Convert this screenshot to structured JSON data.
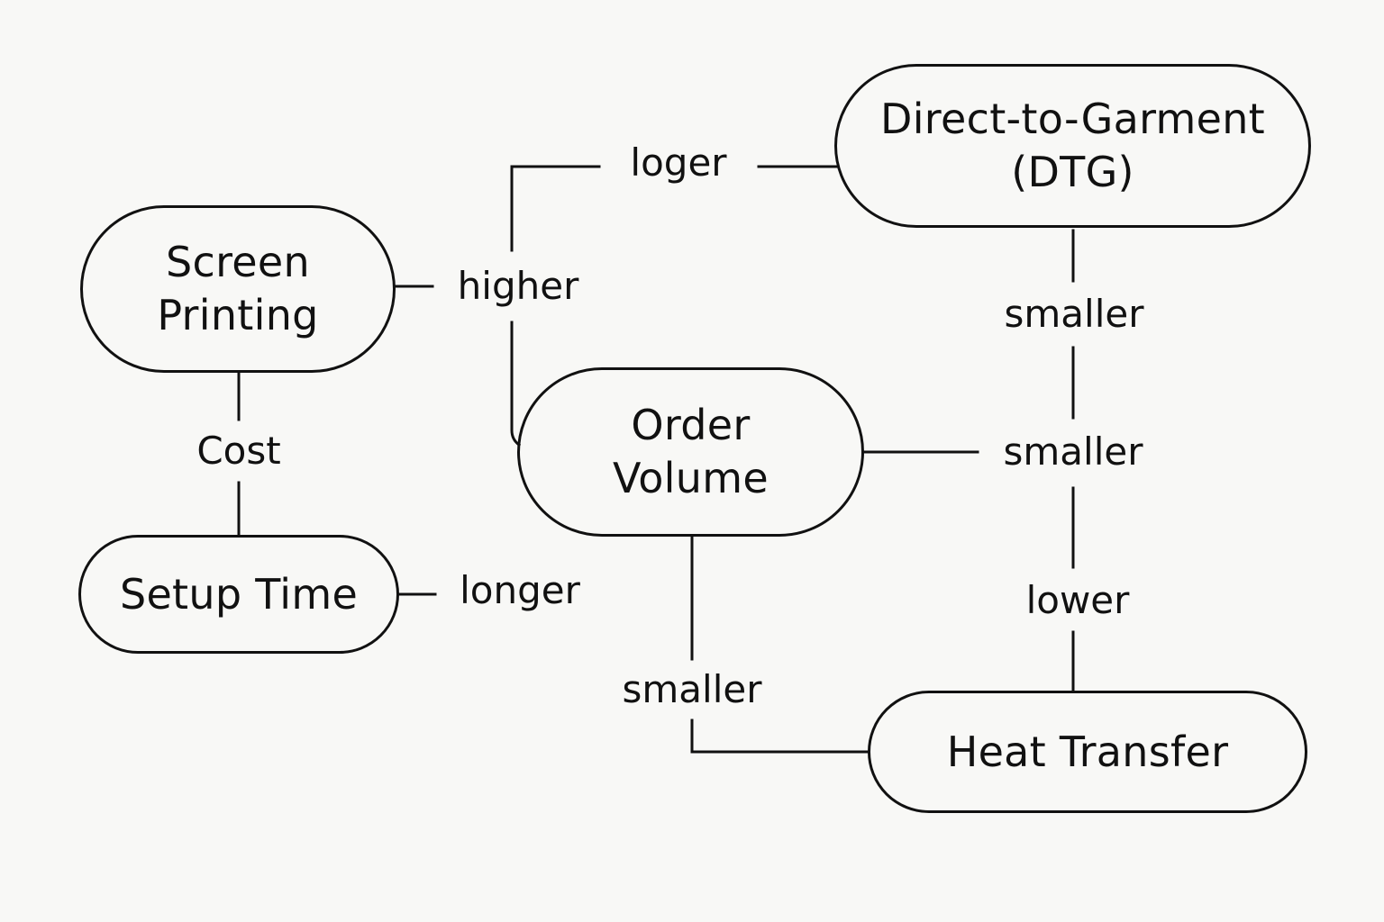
{
  "diagram": {
    "nodes": {
      "screen_printing": "Screen\nPrinting",
      "setup_time": "Setup Time",
      "order_volume": "Order\nVolume",
      "dtg": "Direct-to-Garment\n(DTG)",
      "heat_transfer": "Heat Transfer"
    },
    "edge_labels": {
      "cost": "Cost",
      "higher": "higher",
      "loger": "loger",
      "longer": "longer",
      "smaller_dtg": "smaller",
      "smaller_order_volume": "smaller",
      "lower": "lower",
      "smaller_heat_transfer": "smaller"
    },
    "colors": {
      "stroke": "#111111",
      "background": "#f8f8f6"
    }
  }
}
